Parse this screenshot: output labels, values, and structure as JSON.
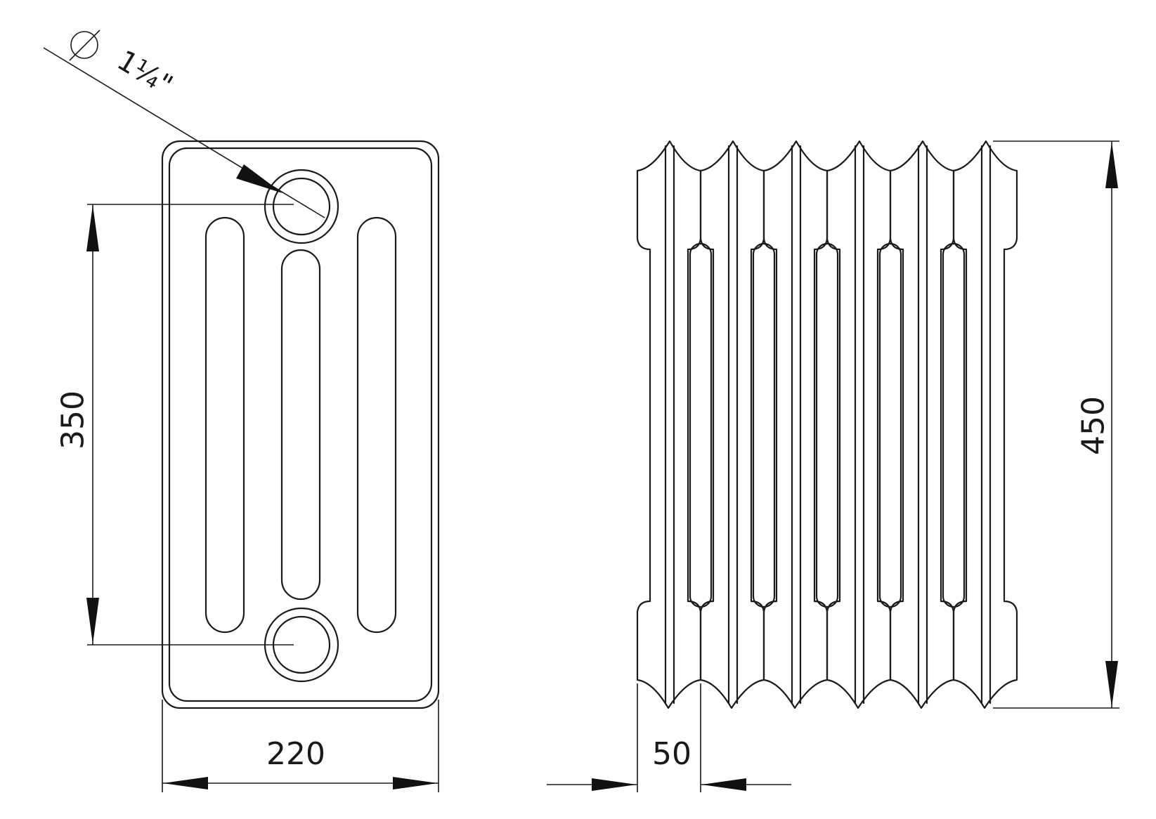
{
  "dimensions": {
    "width": "220",
    "axis_distance": "350",
    "height": "450",
    "section_pitch": "50"
  },
  "connection": {
    "diameter_symbol": "∅",
    "size": "1¼\""
  },
  "colors": {
    "line": "#1a1a1a",
    "arrow": "#111111",
    "background": "#ffffff"
  }
}
